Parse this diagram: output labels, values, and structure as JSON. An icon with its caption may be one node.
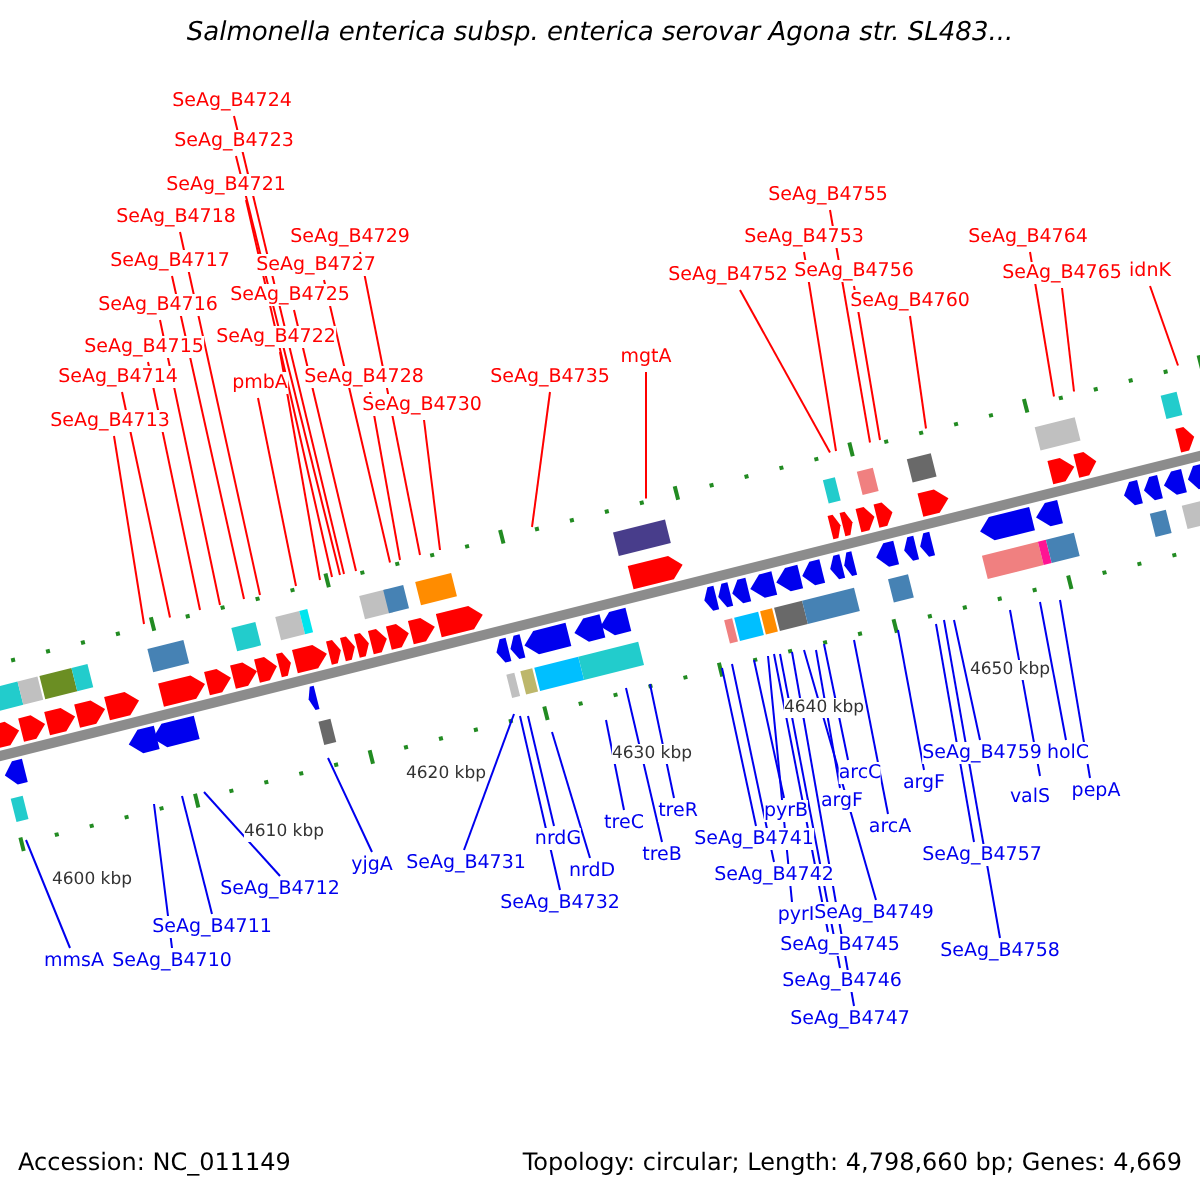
{
  "diagram": {
    "title": "Salmonella enterica subsp. enterica serovar Agona str. SL483...",
    "nodes": [
      {
        "text": [
          "SeAg_B4724"
        ]
      },
      {
        "text": [
          "SeAg_B4723"
        ]
      },
      {
        "text": [
          "SeAg_B4721"
        ]
      },
      {
        "text": [
          "SeAg_B4718"
        ]
      },
      {
        "text": [
          "SeAg_B4729"
        ]
      },
      {
        "text": [
          "SeAg_B4717"
        ]
      },
      {
        "text": [
          "SeAg_B4727"
        ]
      },
      {
        "text": [
          "SeAg_B4725"
        ]
      },
      {
        "text": [
          "SeAg_B4716"
        ]
      },
      {
        "text": [
          "SeAg_B4722"
        ]
      },
      {
        "text": [
          "SeAg_B4715"
        ]
      },
      {
        "text": [
          "SeAg_B4714"
        ]
      },
      {
        "text": [
          "pmbA"
        ]
      },
      {
        "text": [
          "SeAg_B4728"
        ]
      },
      {
        "text": [
          "SeAg_B4730"
        ]
      },
      {
        "text": [
          "SeAg_B4713"
        ]
      },
      {
        "text": [
          "SeAg_B4735"
        ]
      },
      {
        "text": [
          "mgtA"
        ]
      },
      {
        "text": [
          "SeAg_B4755"
        ]
      },
      {
        "text": [
          "SeAg_B4753"
        ]
      },
      {
        "text": [
          "SeAg_B4752"
        ]
      },
      {
        "text": [
          "SeAg_B4756"
        ]
      },
      {
        "text": [
          "SeAg_B4760"
        ]
      },
      {
        "text": [
          "SeAg_B4764"
        ]
      },
      {
        "text": [
          "SeAg_B4765"
        ]
      },
      {
        "text": [
          "idnK"
        ]
      },
      {
        "text": [
          "SeAg_B4759"
        ]
      },
      {
        "text": [
          "holC"
        ]
      },
      {
        "text": [
          "arcC"
        ]
      },
      {
        "text": [
          "argF"
        ]
      },
      {
        "text": [
          "pepA"
        ]
      },
      {
        "text": [
          "argF"
        ]
      },
      {
        "text": [
          "valS"
        ]
      },
      {
        "text": [
          "treR"
        ]
      },
      {
        "text": [
          "pyrB"
        ]
      },
      {
        "text": [
          "treC"
        ]
      },
      {
        "text": [
          "arcA"
        ]
      },
      {
        "text": [
          "nrdG"
        ]
      },
      {
        "text": [
          "SeAg_B4741"
        ]
      },
      {
        "text": [
          "SeAg_B4757"
        ]
      },
      {
        "text": [
          "treB"
        ]
      },
      {
        "text": [
          "yjgA"
        ]
      },
      {
        "text": [
          "SeAg_B4731"
        ]
      },
      {
        "text": [
          "nrdD"
        ]
      },
      {
        "text": [
          "SeAg_B4742"
        ]
      },
      {
        "text": [
          "SeAg_B4712"
        ]
      },
      {
        "text": [
          "SeAg_B4732"
        ]
      },
      {
        "text": [
          "pyrI"
        ]
      },
      {
        "text": [
          "SeAg_B4749"
        ]
      },
      {
        "text": [
          "SeAg_B4711"
        ]
      },
      {
        "text": [
          "SeAg_B4745"
        ]
      },
      {
        "text": [
          "SeAg_B4758"
        ]
      },
      {
        "text": [
          "mmsA"
        ]
      },
      {
        "text": [
          "SeAg_B4710"
        ]
      },
      {
        "text": [
          "SeAg_B4746"
        ]
      },
      {
        "text": [
          "SeAg_B4747"
        ]
      }
    ],
    "edges": [
      {
        "from": 0,
        "to": null,
        "arrow": "none",
        "color": "#ff0000"
      },
      {
        "from": 1,
        "to": null,
        "arrow": "none",
        "color": "#ff0000"
      },
      {
        "from": 2,
        "to": null,
        "arrow": "none",
        "color": "#ff0000"
      },
      {
        "from": 3,
        "to": null,
        "arrow": "none",
        "color": "#ff0000"
      },
      {
        "from": 4,
        "to": null,
        "arrow": "none",
        "color": "#ff0000"
      },
      {
        "from": 5,
        "to": null,
        "arrow": "none",
        "color": "#ff0000"
      },
      {
        "from": 6,
        "to": null,
        "arrow": "none",
        "color": "#ff0000"
      },
      {
        "from": 7,
        "to": null,
        "arrow": "none",
        "color": "#ff0000"
      },
      {
        "from": 8,
        "to": null,
        "arrow": "none",
        "color": "#ff0000"
      },
      {
        "from": 9,
        "to": null,
        "arrow": "none",
        "color": "#ff0000"
      },
      {
        "from": 10,
        "to": null,
        "arrow": "none",
        "color": "#ff0000"
      },
      {
        "from": 11,
        "to": null,
        "arrow": "none",
        "color": "#ff0000"
      },
      {
        "from": 12,
        "to": null,
        "arrow": "none",
        "color": "#ff0000"
      },
      {
        "from": 13,
        "to": null,
        "arrow": "none",
        "color": "#ff0000"
      },
      {
        "from": 14,
        "to": null,
        "arrow": "none",
        "color": "#ff0000"
      },
      {
        "from": 15,
        "to": null,
        "arrow": "none",
        "color": "#ff0000"
      },
      {
        "from": 16,
        "to": null,
        "arrow": "none",
        "color": "#ff0000"
      },
      {
        "from": 17,
        "to": null,
        "arrow": "none",
        "color": "#ff0000"
      },
      {
        "from": 18,
        "to": null,
        "arrow": "none",
        "color": "#ff0000"
      },
      {
        "from": 19,
        "to": null,
        "arrow": "none",
        "color": "#ff0000"
      },
      {
        "from": 20,
        "to": null,
        "arrow": "none",
        "color": "#ff0000"
      },
      {
        "from": 21,
        "to": null,
        "arrow": "none",
        "color": "#ff0000"
      },
      {
        "from": 22,
        "to": null,
        "arrow": "none",
        "color": "#ff0000"
      },
      {
        "from": 23,
        "to": null,
        "arrow": "none",
        "color": "#ff0000"
      },
      {
        "from": 24,
        "to": null,
        "arrow": "none",
        "color": "#ff0000"
      },
      {
        "from": 25,
        "to": null,
        "arrow": "none",
        "color": "#ff0000"
      },
      {
        "from": 26,
        "to": null,
        "arrow": "none"
      },
      {
        "from": 27,
        "to": null,
        "arrow": "none"
      },
      {
        "from": 28,
        "to": null,
        "arrow": "none"
      },
      {
        "from": 29,
        "to": null,
        "arrow": "none"
      },
      {
        "from": 30,
        "to": null,
        "arrow": "none"
      },
      {
        "from": 31,
        "to": null,
        "arrow": "none"
      },
      {
        "from": 32,
        "to": null,
        "arrow": "none"
      },
      {
        "from": 33,
        "to": null,
        "arrow": "none"
      },
      {
        "from": 34,
        "to": null,
        "arrow": "none"
      },
      {
        "from": 35,
        "to": null,
        "arrow": "none"
      },
      {
        "from": 36,
        "to": null,
        "arrow": "none"
      },
      {
        "from": 37,
        "to": null,
        "arrow": "none"
      },
      {
        "from": 38,
        "to": null,
        "arrow": "none"
      },
      {
        "from": 39,
        "to": null,
        "arrow": "none"
      },
      {
        "from": 40,
        "to": null,
        "arrow": "none"
      },
      {
        "from": 41,
        "to": null,
        "arrow": "none"
      },
      {
        "from": 42,
        "to": null,
        "arrow": "none"
      },
      {
        "from": 43,
        "to": null,
        "arrow": "none"
      },
      {
        "from": 44,
        "to": null,
        "arrow": "none"
      },
      {
        "from": 45,
        "to": null,
        "arrow": "none"
      },
      {
        "from": 46,
        "to": null,
        "arrow": "none"
      },
      {
        "from": 47,
        "to": null,
        "arrow": "none"
      },
      {
        "from": 48,
        "to": null,
        "arrow": "none"
      },
      {
        "from": 49,
        "to": null,
        "arrow": "none"
      },
      {
        "from": 50,
        "to": null,
        "arrow": "none"
      },
      {
        "from": 51,
        "to": null,
        "arrow": "none"
      },
      {
        "from": 52,
        "to": null,
        "arrow": "none"
      },
      {
        "from": 53,
        "to": null,
        "arrow": "none"
      },
      {
        "from": 54,
        "to": null,
        "arrow": "none"
      },
      {
        "from": 55,
        "to": null,
        "arrow": "none"
      }
    ],
    "labels": [
      "4650 kbp",
      "4640 kbp",
      "4630 kbp",
      "4620 kbp",
      "4610 kbp",
      "4600 kbp",
      "Accession: NC_011149",
      "Topology: circular; Length: 4,798,660 bp; Genes: 4,669"
    ]
  }
}
